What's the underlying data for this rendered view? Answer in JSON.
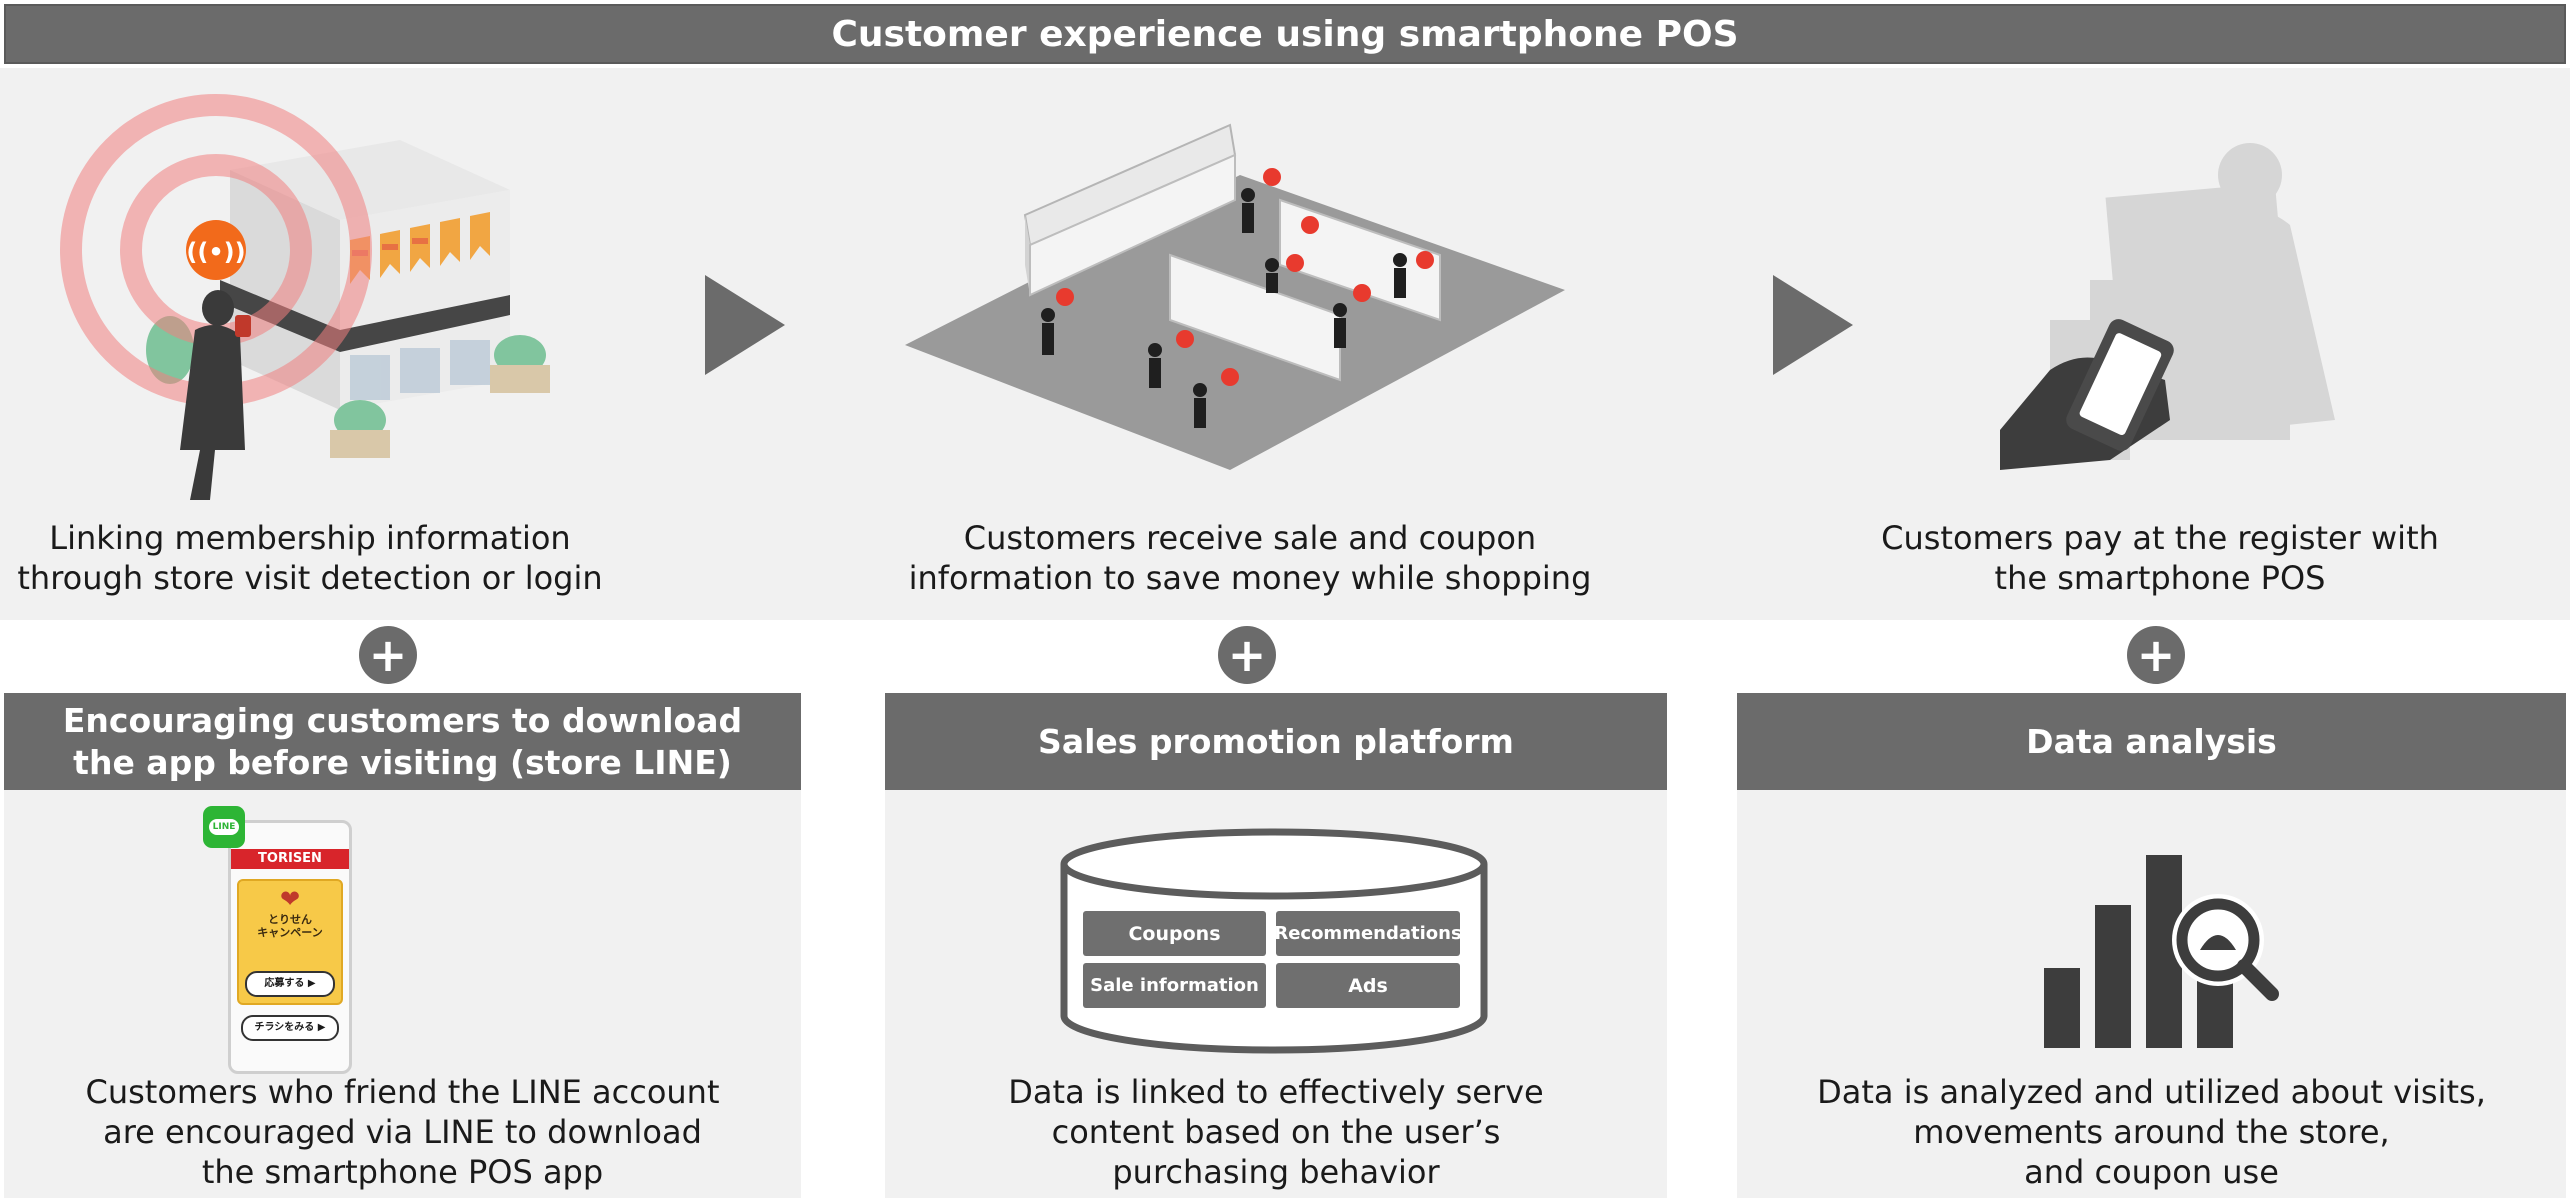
{
  "header": {
    "title": "Customer experience using smartphone POS"
  },
  "steps": [
    {
      "caption": "Linking membership information\nthrough store visit detection or login",
      "icon": "store-visit-icon"
    },
    {
      "caption": "Customers receive sale and coupon\ninformation to save money while shopping",
      "icon": "store-floor-icon"
    },
    {
      "caption": "Customers pay at the register with\nthe smartphone POS",
      "icon": "register-payment-icon"
    }
  ],
  "arrows": [
    "arrow-right-icon",
    "arrow-right-icon"
  ],
  "plus_symbol": "+",
  "panels": [
    {
      "title": "Encouraging customers to download\nthe app before visiting (store LINE)",
      "caption": "Customers who friend the LINE account\nare encouraged via LINE to download\nthe smartphone POS app",
      "phone": {
        "line_badge": "LINE",
        "brand": "TORISEN",
        "campaign": "とりせん\nキャンペーン",
        "apply_button": "応募する ▶",
        "flyer_button": "チラシをみる ▶"
      }
    },
    {
      "title": "Sales promotion platform",
      "caption": "Data is linked to effectively serve\ncontent based on the user’s\npurchasing behavior",
      "database_items": [
        "Coupons",
        "Recommendations",
        "Sale information",
        "Ads"
      ]
    },
    {
      "title": "Data analysis",
      "caption": "Data is analyzed and utilized about visits,\nmovements around the store,\nand coupon use",
      "icon": "bar-chart-magnifier-icon"
    }
  ],
  "colors": {
    "header_gray": "#6b6b6b",
    "panel_bg": "#f1f1f1",
    "accent_red": "#e83a2e",
    "accent_orange": "#f26a1b"
  }
}
